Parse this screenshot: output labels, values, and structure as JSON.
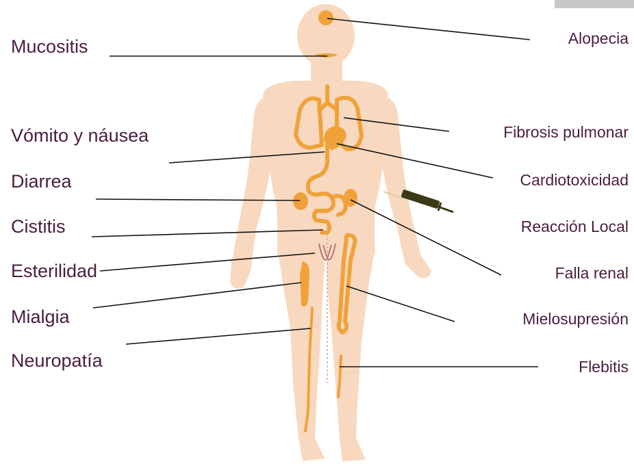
{
  "colors": {
    "skin": "#f8d9bf",
    "organ": "#f0a23a",
    "label": "#4a1d3f",
    "leader": "#111111",
    "uterus": "#b9747b",
    "syringe": "#3b3a16"
  },
  "left_labels": [
    {
      "id": "mucositis",
      "text": "Mucositis"
    },
    {
      "id": "vomito",
      "text": "Vómito y náusea"
    },
    {
      "id": "diarrea",
      "text": "Diarrea"
    },
    {
      "id": "cistitis",
      "text": "Cistitis"
    },
    {
      "id": "esterilidad",
      "text": "Esterilidad"
    },
    {
      "id": "mialgia",
      "text": "Mialgia"
    },
    {
      "id": "neuropatia",
      "text": "Neuropatía"
    }
  ],
  "right_labels": [
    {
      "id": "alopecia",
      "text": "Alopecia"
    },
    {
      "id": "fibrosis",
      "text": "Fibrosis pulmonar"
    },
    {
      "id": "cardiotoxicidad",
      "text": "Cardiotoxicidad"
    },
    {
      "id": "reaccion",
      "text": "Reacción Local"
    },
    {
      "id": "falla",
      "text": "Falla renal"
    },
    {
      "id": "mielosupresion",
      "text": "Mielosupresión"
    },
    {
      "id": "flebitis",
      "text": "Flebitis"
    }
  ]
}
